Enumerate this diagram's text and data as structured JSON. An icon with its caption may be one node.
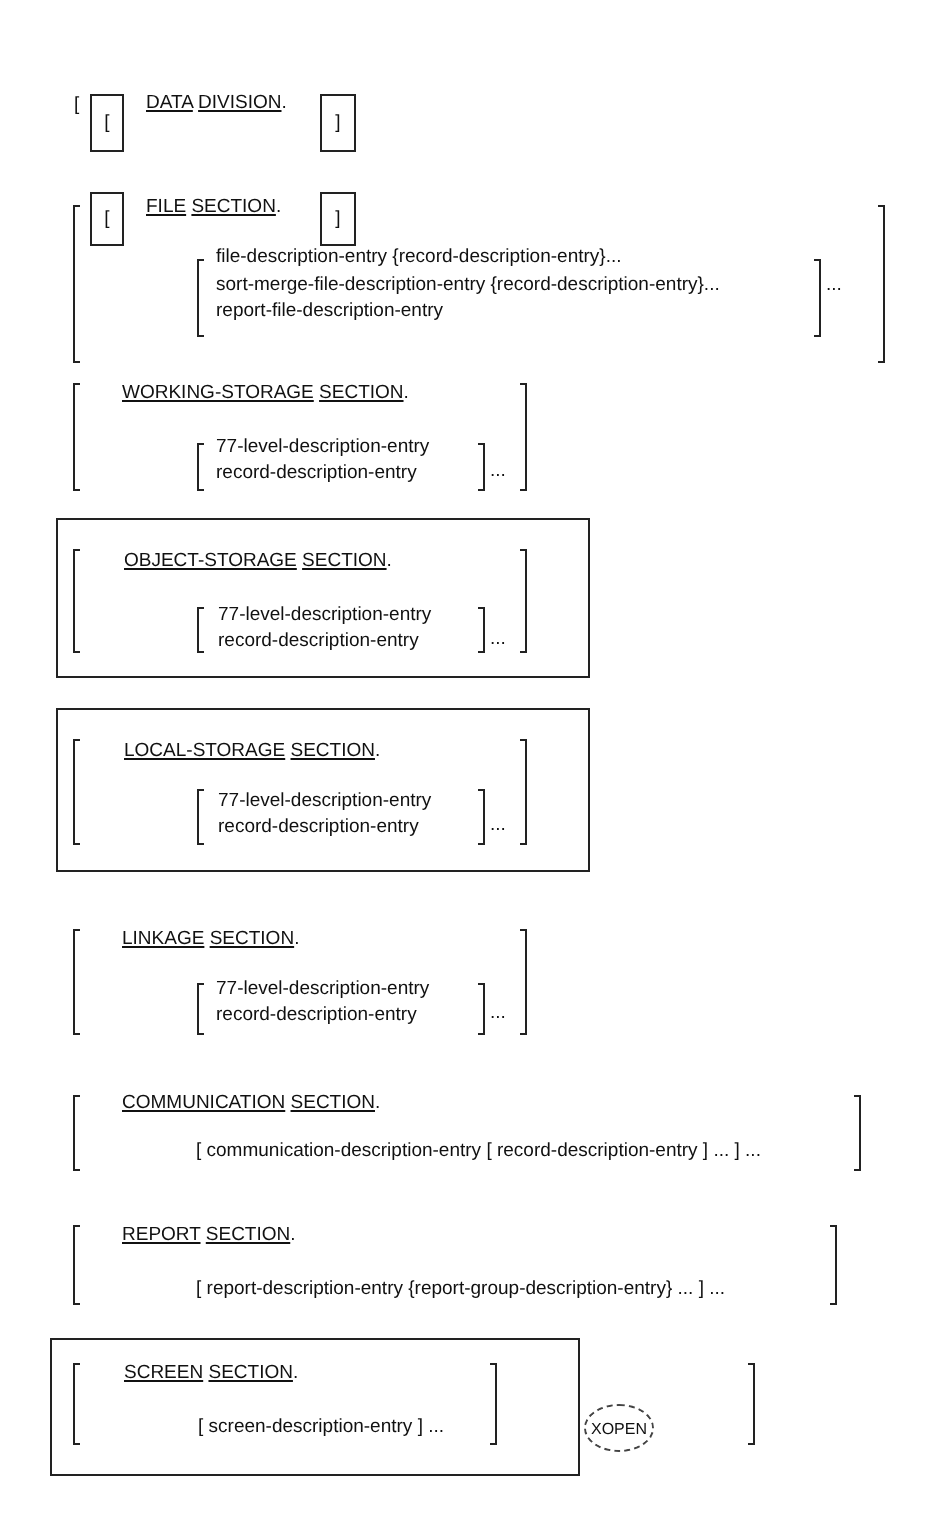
{
  "diagram": {
    "nodes": [
      {
        "text": [
          "["
        ]
      },
      {
        "text": [
          "]"
        ]
      },
      {
        "text": [
          "["
        ]
      },
      {
        "text": [
          "]"
        ]
      },
      {
        "text": [
          "OBJECT-STORAGE SECTION.",
          "77-level-description-entry",
          "record-description-entry",
          "..."
        ]
      },
      {
        "text": [
          "LOCAL-STORAGE SECTION.",
          "77-level-description-entry",
          "record-description-entry",
          "..."
        ]
      },
      {
        "text": [
          "SCREEN SECTION.",
          "[ screen-description-entry ] ..."
        ]
      },
      {
        "text": [
          "XOPEN"
        ]
      }
    ],
    "labels": [
      "[",
      "DATA DIVISION.",
      "FILE SECTION.",
      "file-description-entry {record-description-entry}...",
      "sort-merge-file-description-entry {record-description-entry}...",
      "report-file-description-entry",
      "...",
      "WORKING-STORAGE SECTION.",
      "77-level-description-entry",
      "record-description-entry",
      "...",
      "LINKAGE SECTION.",
      "77-level-description-entry",
      "record-description-entry",
      "...",
      "COMMUNICATION SECTION.",
      "[ communication-description-entry [ record-description-entry ] ... ] ...",
      "REPORT SECTION.",
      "[ report-description-entry {report-group-description-entry} ... ] ..."
    ]
  }
}
